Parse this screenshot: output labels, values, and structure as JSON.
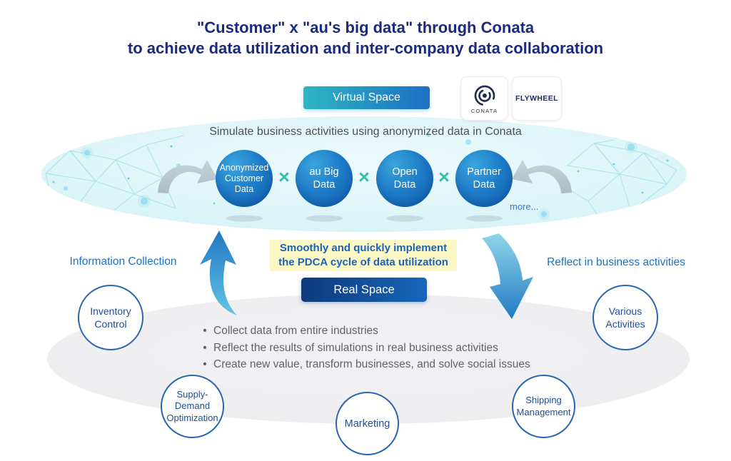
{
  "title": {
    "line1": "\"Customer\" x \"au's big data\" through Conata",
    "line2": "to achieve data utilization and inter-company data collaboration"
  },
  "virtual_space": {
    "label": "Virtual Space",
    "caption": "Simulate business activities using anonymized data in Conata"
  },
  "logos": {
    "conata": "CONATA",
    "flywheel": "FLYWHEEL"
  },
  "data_flow": {
    "circles": [
      "Anonymized Customer Data",
      "au Big Data",
      "Open Data",
      "Partner Data"
    ],
    "operator": "×",
    "more": "more..."
  },
  "pdca_note": {
    "line1": "Smoothly and quickly implement",
    "line2": "the PDCA cycle of data utilization"
  },
  "real_space": {
    "label": "Real Space",
    "bullet_glyph": "•",
    "bullets": [
      "Collect data from entire industries",
      "Reflect the results of simulations in real business activities",
      "Create new value, transform businesses, and solve social issues"
    ]
  },
  "side_labels": {
    "left": "Information Collection",
    "right": "Reflect in business activities"
  },
  "activities": {
    "inventory": "Inventory Control",
    "various": "Various Activities",
    "supply": "Supply-Demand Optimization",
    "marketing": "Marketing",
    "shipping": "Shipping Management"
  },
  "colors": {
    "title_navy": "#1a2b7d",
    "accent_blue": "#1a73c8",
    "teal_operator": "#3abcab",
    "highlight_yellow": "#fbf8c5",
    "virtual_gradient": "#2db6c3 → #1d6fc3",
    "real_gradient": "#0d3a7a → #1767bb",
    "data_circle_blue": "#1e7cc8"
  }
}
